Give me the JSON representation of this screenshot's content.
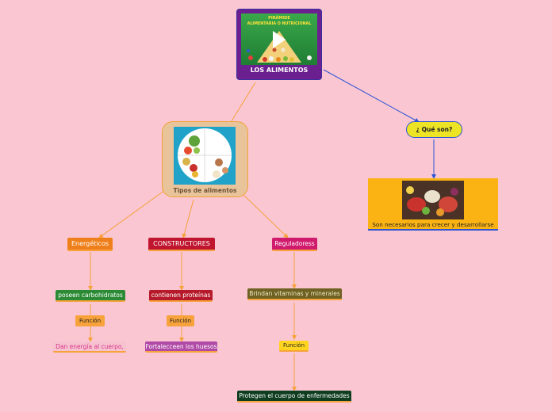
{
  "root": {
    "title": "LOS ALIMENTOS",
    "image_caption_line1": "PIRÁMIDE",
    "image_caption_line2": "ALIMENTARIA O NUTRICIONAL",
    "play_icon": "play-icon"
  },
  "types": {
    "title": "Tipos de alimentos"
  },
  "what": {
    "question": "¿ Qué son?",
    "answer": "Son necesarios para crecer y desarrollarse"
  },
  "branches": [
    {
      "title": "Energéticos",
      "detail": "poseen carbohidratos",
      "function_label": "Función",
      "function_text": "Dan energía al cuerpo,"
    },
    {
      "title": "CONSTRUCTORES",
      "detail": "contienen proteínas",
      "function_label": "Función",
      "function_text": "Fortalecceen los huesos"
    },
    {
      "title": "Reguladoress",
      "detail": "Brindan vitaminas y minerales",
      "function_label": "Función",
      "function_text": "Protegen el cuerpo de enfermedades"
    }
  ],
  "colors": {
    "background": "#f9c6d2",
    "root": "#6c1f8f",
    "connector_orange": "#f7a23a",
    "connector_blue": "#2f55d4",
    "energeticos": "#ef7f1a",
    "constructores": "#c0152f",
    "reguladores": "#d01a6e"
  }
}
